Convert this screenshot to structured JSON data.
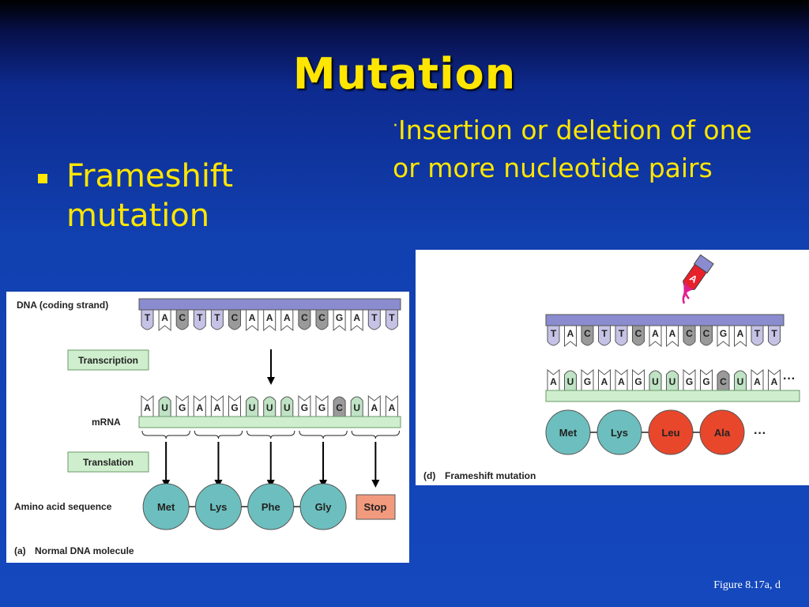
{
  "title": "Mutation",
  "bullet": "Frameshift mutation",
  "description": "Insertion or deletion of one or more nucleotide pairs",
  "description_marker": "·",
  "figure_ref": "Figure 8.17a, d",
  "panel_a": {
    "dna_label": "DNA (coding strand)",
    "dna_bases": [
      "T",
      "A",
      "C",
      "T",
      "T",
      "C",
      "A",
      "A",
      "A",
      "C",
      "C",
      "G",
      "A",
      "T",
      "T"
    ],
    "transcription_label": "Transcription",
    "mrna_label": "mRNA",
    "mrna_bases": [
      "A",
      "U",
      "G",
      "A",
      "A",
      "G",
      "U",
      "U",
      "U",
      "G",
      "G",
      "C",
      "U",
      "A",
      "A"
    ],
    "translation_label": "Translation",
    "amino_label": "Amino acid sequence",
    "amino_acids": [
      "Met",
      "Lys",
      "Phe",
      "Gly"
    ],
    "stop_label": "Stop",
    "caption_letter": "(a)",
    "caption": "Normal DNA molecule"
  },
  "panel_d": {
    "inserted_base": "A",
    "dna_bases": [
      "T",
      "A",
      "C",
      "T",
      "T",
      "C",
      "A",
      "A",
      "C",
      "C",
      "G",
      "A",
      "T",
      "T"
    ],
    "mrna_bases": [
      "A",
      "U",
      "G",
      "A",
      "A",
      "G",
      "U",
      "U",
      "G",
      "G",
      "C",
      "U",
      "A",
      "A"
    ],
    "ellipsis": "···",
    "amino_acids": [
      {
        "name": "Met",
        "color": "#6cbfbe"
      },
      {
        "name": "Lys",
        "color": "#6cbfbe"
      },
      {
        "name": "Leu",
        "color": "#e8472c"
      },
      {
        "name": "Ala",
        "color": "#e8472c"
      }
    ],
    "caption_letter": "(d)",
    "caption": "Frameshift mutation"
  },
  "colors": {
    "title": "#ffe600",
    "dna_bar": "#8a8ccf",
    "mrna_bar": "#cfeecd",
    "box_label": "#cfeecd",
    "purine_fill": "#ffffff",
    "pyrimidine_T": "#c5c2e6",
    "pyrimidine_C": "#9a9a9a",
    "pyrimidine_U": "#bfe3c4",
    "amino_normal": "#6cbfbe",
    "stop": "#f29a7d",
    "mutant_amino": "#e8472c",
    "insert_arrow": "#e0208f"
  }
}
